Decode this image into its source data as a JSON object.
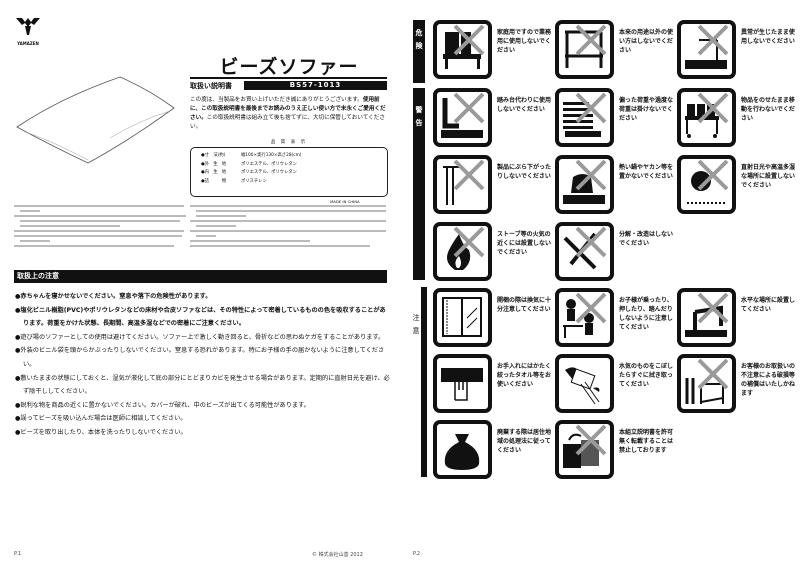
{
  "left_page": {
    "logo": "YAMAZEN",
    "title": "ビーズソファー",
    "subtitle": "取扱い説明書",
    "model": "BS57-1013",
    "intro_plain": "この度は、当製品をお買い上げいただき誠にありがとうございます。",
    "intro_bold": "使用前に、この取扱説明書を最後までお読みのうえ正しい使い方で末永くご愛用ください。",
    "intro_tail": "この取扱説明書は組み立て後も捨てずに、大切に保管しておいてください。",
    "spec_title": "品 質 表 示",
    "spec": [
      {
        "key": "●寸　法(約)",
        "value": "幅100×奥行130×高さ28(cm)"
      },
      {
        "key": "●外　生　地",
        "value": "ポリエステル、ポリウレタン"
      },
      {
        "key": "●内　生　地",
        "value": "ポリエステル、ポリウレタン"
      },
      {
        "key": "●詰　　　物",
        "value": "ポリスチレン"
      }
    ],
    "made_in": "MADE IN CHINA",
    "section_title": "取扱上の注意",
    "bullets": [
      {
        "text": "●赤ちゃんを寝かせないでください。窒息や落下の危険性があります。",
        "bold": true
      },
      {
        "text": "●塩化ビニル樹脂(PVC)やポリウレタンなどの床材や合皮ソファなどは、その特性によって密着しているものの色を吸収することがあります。荷重をかけた状態、長期間、高温多湿などでの密着にご注意ください。",
        "bold": true
      },
      {
        "text": "●遊び場のソファーとしての使用は避けてください。ソファー上で激しく動き回ると、骨折などの思わぬケガをすることがあります。",
        "bold": false
      },
      {
        "text": "●外装のビニル袋を頭からかぶったりしないでください。窒息する恐れがあります。特にお子様の手の届かないように注意してください。",
        "bold": false
      },
      {
        "text": "●敷いたままの状態にしておくと、湿気が液化して底の部分にとどまりカビを発生させる場合があります。定期的に直射日光を避け、必ず陰干ししてください。",
        "bold": false
      },
      {
        "text": "●鋭利な物を商品の近くに置かないでください。カバーが破れ、中のビーズが出てくる可能性があります。",
        "bold": false
      },
      {
        "text": "●誤ってビーズを吸い込んだ場合は医師に相談してください。",
        "bold": false
      },
      {
        "text": "●ビーズを取り出したり、本体を洗ったりしないでください。",
        "bold": false
      }
    ],
    "page_number": "P.1",
    "copyright": "© 株式会社山善 2012"
  },
  "right_page": {
    "page_number": "P.2",
    "bands": [
      {
        "label": "危険"
      },
      {
        "label": "警告"
      },
      {
        "label": "注意"
      }
    ],
    "icons": [
      {
        "icon": "store-shelf-icon",
        "label": "家庭用ですので業務用に使用しないでください",
        "prohibited": true
      },
      {
        "icon": "frame-misuse-icon",
        "label": "本来の用途以外の使い方はしないでください",
        "prohibited": true
      },
      {
        "icon": "abnormal-use-icon",
        "label": "異常が生じたまま使用しないでください",
        "prohibited": true
      },
      {
        "icon": "step-stool-icon",
        "label": "踏み台代わりに使用しないでください",
        "prohibited": true
      },
      {
        "icon": "overload-icon",
        "label": "偏った荷重や過度な荷重は掛けないでください",
        "prohibited": true
      },
      {
        "icon": "moving-load-icon",
        "label": "物品をのせたまま移動を行わないでください",
        "prohibited": true
      },
      {
        "icon": "hanging-icon",
        "label": "製品にぶら下がったりしないでください",
        "prohibited": true
      },
      {
        "icon": "hot-kettle-icon",
        "label": "熱い鍋やヤカン等を置かないでください",
        "prohibited": true
      },
      {
        "icon": "sun-humidity-icon",
        "label": "直射日光や高温多湿な場所に設置しないでください",
        "prohibited": true
      },
      {
        "icon": "fire-icon",
        "label": "ストーブ等の火気の近くには設置しないでください",
        "prohibited": true
      },
      {
        "icon": "tools-icon",
        "label": "分解・改造はしないでください",
        "prohibited": true
      },
      {
        "icon": "window-ventilation-icon",
        "label": "開梱の際は換気に十分注意してください",
        "prohibited": false
      },
      {
        "icon": "children-icon",
        "label": "お子様が乗ったり、押したり、踏んだりしないように注意してください",
        "prohibited": true
      },
      {
        "icon": "level-floor-icon",
        "label": "水平な場所に設置してください",
        "prohibited": true
      },
      {
        "icon": "hand-towel-icon",
        "label": "お手入れにはかたく絞ったタオル等をお使いください",
        "prohibited": false
      },
      {
        "icon": "wipe-spill-icon",
        "label": "水気のものをこぼしたらすぐに拭き取ってください",
        "prohibited": false
      },
      {
        "icon": "damage-disclaimer-icon",
        "label": "お客様のお取扱いの不注意による破損等の補償はいたしかねます",
        "prohibited": true
      },
      {
        "icon": "disposal-bag-icon",
        "label": "廃棄する際は居住地域の処理法に従ってください",
        "prohibited": false
      },
      {
        "icon": "copy-manual-icon",
        "label": "本組立説明書を許可無く転載することは禁止しております",
        "prohibited": true
      }
    ]
  }
}
